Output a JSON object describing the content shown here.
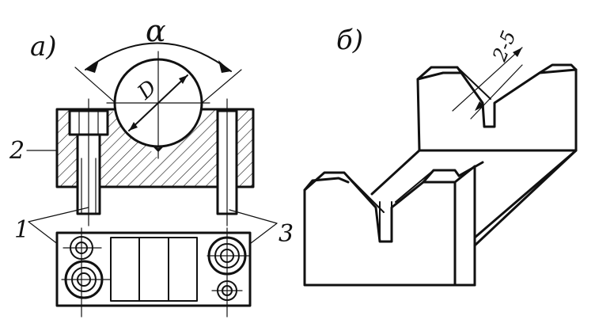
{
  "panel_a": {
    "label": "а)",
    "angle_label": "α",
    "diameter_label": "D",
    "callouts": [
      "1",
      "2",
      "3"
    ]
  },
  "panel_b": {
    "label": "б)",
    "chamfer_label": "2-5"
  }
}
